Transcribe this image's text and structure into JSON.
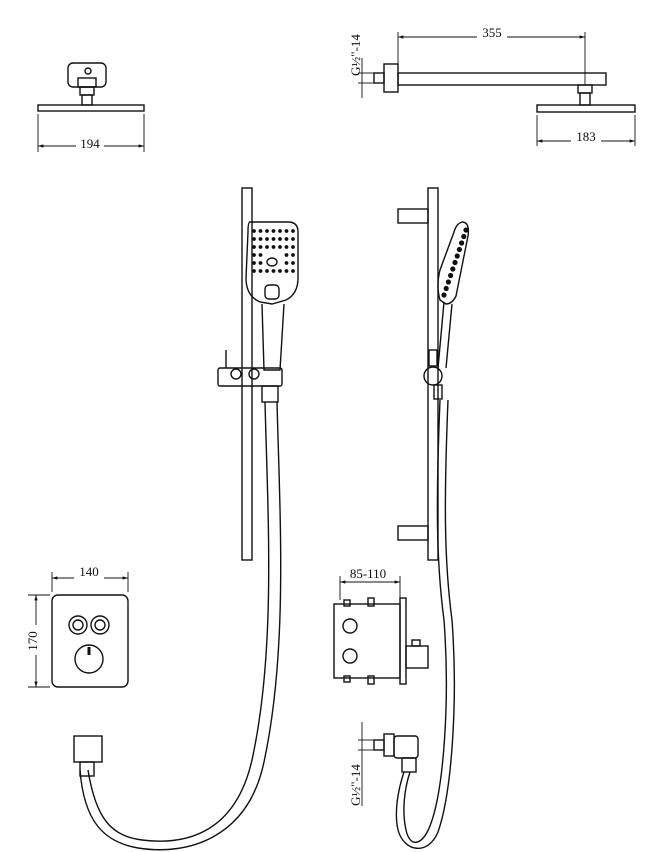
{
  "dimensions": {
    "head_front_width": "194",
    "head_side_width": "183",
    "arm_length": "355",
    "arm_thread_top": "G½\"-14",
    "mixer_width": "140",
    "mixer_height": "170",
    "valve_depth": "85-110",
    "outlet_thread": "G½\"-14"
  },
  "colors": {
    "line": "#111111",
    "background": "#ffffff"
  }
}
